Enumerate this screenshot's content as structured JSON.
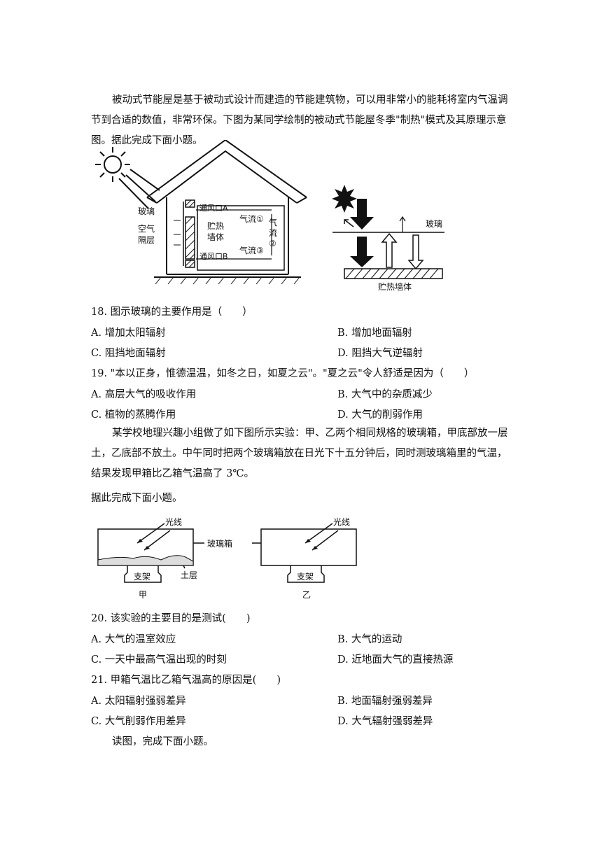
{
  "intro1": "被动式节能屋是基于被动式设计而建造的节能建筑物，可以用非常小的能耗将室内气温调节到合适的数值，非常环保。下图为某同学绘制的被动式节能屋冬季\"制热\"模式及其原理示意图。据此完成下面小题。",
  "figure1": {
    "labels": {
      "glass_left": "玻璃",
      "air_layer_1": "空气",
      "air_layer_2": "隔层",
      "vent_a": "通风口A",
      "vent_b": "通风口B",
      "airflow1": "气流①",
      "airflow2_1": "气",
      "airflow2_2": "流",
      "airflow2_3": "②",
      "airflow3": "气流③",
      "wall_1": "贮热",
      "wall_2": "墙体",
      "glass_right": "玻璃",
      "wall_right": "贮热墙体"
    }
  },
  "q18": {
    "stem": "18. 图示玻璃的主要作用是（　　）",
    "A": "A. 增加太阳辐射",
    "B": "B. 增加地面辐射",
    "C": "C. 阻挡地面辐射",
    "D": "D. 阻挡大气逆辐射"
  },
  "q19": {
    "stem": "19. \"本以正身，惟德温温，如冬之日，如夏之云\"。\"夏之云\"令人舒适是因为（　　）",
    "A": "A. 高层大气的吸收作用",
    "B": "B. 大气中的杂质减少",
    "C": "C. 植物的蒸腾作用",
    "D": "D. 大气的削弱作用"
  },
  "intro2": "某学校地理兴趣小组做了如下图所示实验：甲、乙两个相同规格的玻璃箱，甲底部放一层土，乙底部不放土。中午同时把两个玻璃箱放在日光下十五分钟后，同时测玻璃箱里的气温，结果发现甲箱比乙箱气温高了 3℃。",
  "intro2b": "据此完成下面小题。",
  "figure2": {
    "labels": {
      "light_left": "光线",
      "light_right": "光线",
      "glass_box": "玻璃箱",
      "soil": "土层",
      "stand_left": "支架",
      "stand_right": "支架",
      "jia": "甲",
      "yi": "乙"
    }
  },
  "q20": {
    "stem": "20. 该实验的主要目的是测试(　　)",
    "A": "A. 大气的温室效应",
    "B": "B. 大气的运动",
    "C": "C. 一天中最高气温出现的时刻",
    "D": "D. 近地面大气的直接热源"
  },
  "q21": {
    "stem": "21. 甲箱气温比乙箱气温高的原因是(　　)",
    "A": "A. 太阳辐射强弱差异",
    "B": "B. 地面辐射强弱差异",
    "C": "C. 大气削弱作用差异",
    "D": "D. 大气辐射强弱差异"
  },
  "outro": "读图，完成下面小题。"
}
